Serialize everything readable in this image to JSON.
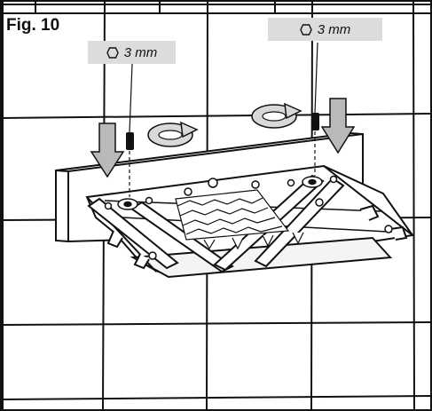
{
  "figure": {
    "title": "Fig. 10",
    "labels": [
      {
        "id": "left",
        "text": "3 mm",
        "icon": "hex-key-icon"
      },
      {
        "id": "right",
        "text": "3 mm",
        "icon": "hex-key-icon"
      }
    ]
  },
  "colors": {
    "line": "#111111",
    "tag_bg": "#dcdcdc",
    "arrow_fill": "#b9b9b9"
  }
}
